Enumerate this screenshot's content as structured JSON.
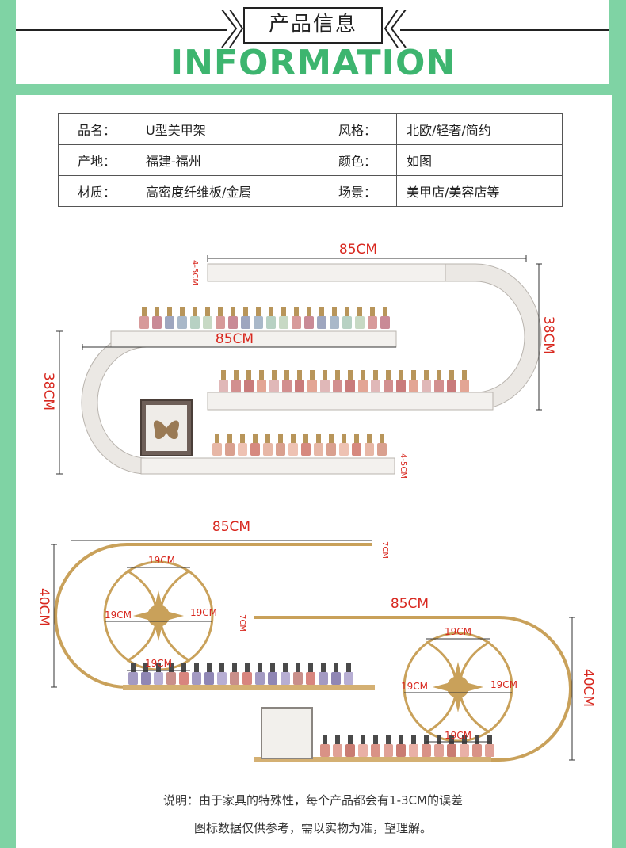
{
  "header": {
    "title_cn": "产品信息",
    "title_en": "INFORMATION"
  },
  "specs": [
    {
      "label": "品名：",
      "value": "U型美甲架",
      "label2": "风格：",
      "value2": "北欧/轻奢/简约"
    },
    {
      "label": "产地：",
      "value": "福建-福州",
      "label2": "颜色：",
      "value2": "如图"
    },
    {
      "label": "材质：",
      "value": "高密度纤维板/金属",
      "label2": "场景：",
      "value2": "美甲店/美容店等"
    }
  ],
  "diagram1": {
    "top_width": "85CM",
    "middle_width": "85CM",
    "right_height": "38CM",
    "left_height": "38CM",
    "top_thickness": "4-5CM",
    "bottom_thickness": "4-5CM"
  },
  "diagram2": {
    "top_width": "85CM",
    "right_width": "85CM",
    "left_height": "40CM",
    "right_height": "40CM",
    "left_bracket": "7CM",
    "right_bracket": "7CM",
    "circle_dims": [
      "19CM",
      "19CM",
      "19CM",
      "19CM",
      "19CM",
      "19CM",
      "19CM",
      "19CM"
    ]
  },
  "notes": {
    "line1": "说明：由于家具的特殊性，每个产品都会有1-3CM的误差",
    "line2": "图标数据仅供参考，需以实物为准，望理解。"
  },
  "colors": {
    "background": "#7fd3a4",
    "accent": "#3db56f",
    "dimension": "#d8271e",
    "gold": "#c9a15a",
    "shelf": "#e9e6e2"
  }
}
